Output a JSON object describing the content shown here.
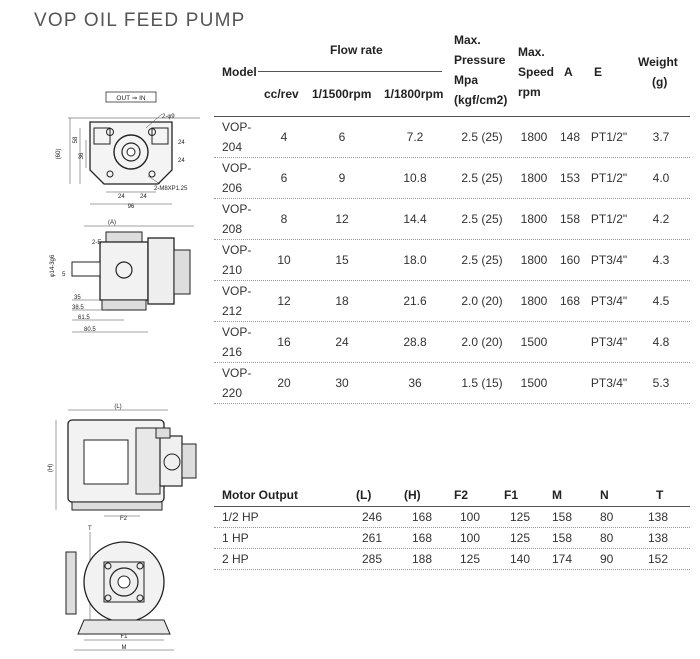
{
  "title": "VOP OIL FEED PUMP",
  "pump_table": {
    "headers": {
      "model": "Model",
      "flow_rate": "Flow rate",
      "cc_rev": "cc/rev",
      "rpm1500": "1/1500rpm",
      "rpm1800": "1/1800rpm",
      "max_pressure_l1": "Max.",
      "max_pressure_l2": "Pressure",
      "max_pressure_l3": "Mpa",
      "max_pressure_l4": "(kgf/cm2)",
      "max_speed_l1": "Max.",
      "max_speed_l2": "Speed",
      "max_speed_l3": "rpm",
      "a": "A",
      "e": "E",
      "weight_l1": "Weight",
      "weight_l2": "(g)"
    },
    "rows": [
      {
        "model_top": "VOP-",
        "model_bottom": "204",
        "cc": "4",
        "r1500": "6",
        "r1800": "7.2",
        "pressure": "2.5 (25)",
        "speed": "1800",
        "a": "148",
        "e": "PT1/2\"",
        "weight": "3.7"
      },
      {
        "model_top": "VOP-",
        "model_bottom": "206",
        "cc": "6",
        "r1500": "9",
        "r1800": "10.8",
        "pressure": "2.5 (25)",
        "speed": "1800",
        "a": "153",
        "e": "PT1/2\"",
        "weight": "4.0"
      },
      {
        "model_top": "VOP-",
        "model_bottom": "208",
        "cc": "8",
        "r1500": "12",
        "r1800": "14.4",
        "pressure": "2.5 (25)",
        "speed": "1800",
        "a": "158",
        "e": "PT1/2\"",
        "weight": "4.2"
      },
      {
        "model_top": "VOP-",
        "model_bottom": "210",
        "cc": "10",
        "r1500": "15",
        "r1800": "18.0",
        "pressure": "2.5 (25)",
        "speed": "1800",
        "a": "160",
        "e": "PT3/4\"",
        "weight": "4.3"
      },
      {
        "model_top": "VOP-",
        "model_bottom": "212",
        "cc": "12",
        "r1500": "18",
        "r1800": "21.6",
        "pressure": "2.0 (20)",
        "speed": "1800",
        "a": "168",
        "e": "PT3/4\"",
        "weight": "4.5"
      },
      {
        "model_top": "VOP-",
        "model_bottom": "216",
        "cc": "16",
        "r1500": "24",
        "r1800": "28.8",
        "pressure": "2.0 (20)",
        "speed": "1500",
        "a": "",
        "e": "PT3/4\"",
        "weight": "4.8"
      },
      {
        "model_top": "VOP-",
        "model_bottom": "220",
        "cc": "20",
        "r1500": "30",
        "r1800": "36",
        "pressure": "1.5 (15)",
        "speed": "1500",
        "a": "",
        "e": "PT3/4\"",
        "weight": "5.3"
      }
    ]
  },
  "motor_table": {
    "headers": {
      "motor_output": "Motor Output",
      "l": "(L)",
      "h": "(H)",
      "f2": "F2",
      "f1": "F1",
      "m": "M",
      "n": "N",
      "t": "T"
    },
    "rows": [
      {
        "output": "1/2 HP",
        "l": "246",
        "h": "168",
        "f2": "100",
        "f1": "125",
        "m": "158",
        "n": "80",
        "t": "138"
      },
      {
        "output": "1 HP",
        "l": "261",
        "h": "168",
        "f2": "100",
        "f1": "125",
        "m": "158",
        "n": "80",
        "t": "138"
      },
      {
        "output": "2 HP",
        "l": "285",
        "h": "188",
        "f2": "125",
        "f1": "140",
        "m": "174",
        "n": "90",
        "t": "152"
      }
    ]
  },
  "drawing_labels": {
    "out_in": "OUT ⇒ IN",
    "hole1": "2-φ9",
    "hole2": "2-M8XP1.25",
    "dim_58": "58",
    "dim_36": "36",
    "dim_60": "(60)",
    "dim_24a": "24",
    "dim_24b": "24",
    "dim_24c": "24",
    "dim_24d": "24",
    "dim_96": "96",
    "dim_A": "(A)",
    "dim_2E": "2-E",
    "dim_shaft": "φ14-3g6",
    "dim_5": "5",
    "dim_35": "35",
    "dim_385": "38.5",
    "dim_615": "61.5",
    "dim_805": "80.5",
    "dim_L": "(L)",
    "dim_H": "(H)",
    "dim_F2": "F2",
    "dim_T": "T",
    "dim_F1": "F1",
    "dim_M": "M"
  }
}
